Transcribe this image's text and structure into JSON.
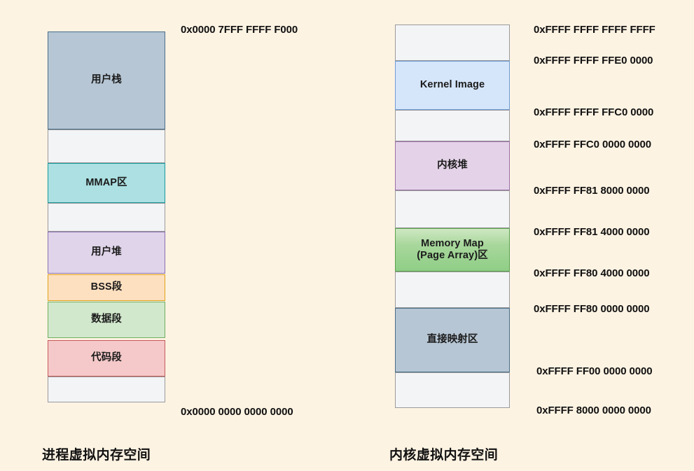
{
  "background_color": "#fdf3e3",
  "process_space": {
    "caption": "进程虚拟内存空间",
    "top_address": "0x0000 7FFF FFFF F000",
    "bottom_address": "0x0000 0000 0000 0000",
    "segments": [
      {
        "label": "用户栈",
        "fill": "#b6c6d4",
        "border": "#4a6d87",
        "type": "region"
      },
      {
        "label": "",
        "fill": "#f3f4f6",
        "border": "#9a9a9a",
        "type": "gap"
      },
      {
        "label": "MMAP区",
        "fill": "#ace0e2",
        "border": "#179a9c",
        "type": "region"
      },
      {
        "label": "",
        "fill": "#f3f4f6",
        "border": "#9a9a9a",
        "type": "gap"
      },
      {
        "label": "用户堆",
        "fill": "#e0d4ea",
        "border": "#8a6fb0",
        "type": "region"
      },
      {
        "label": "BSS段",
        "fill": "#fde0c0",
        "border": "#e0a117",
        "type": "region"
      },
      {
        "label": "数据段",
        "fill": "#d2e8cd",
        "border": "#6fae5f",
        "type": "region"
      },
      {
        "label": "代码段",
        "fill": "#f5c9c9",
        "border": "#c55a5a",
        "type": "region"
      },
      {
        "label": "",
        "fill": "#f3f4f6",
        "border": "#9a9a9a",
        "type": "gap"
      }
    ]
  },
  "kernel_space": {
    "caption": "内核虚拟内存空间",
    "segments": [
      {
        "label": "",
        "fill": "#f3f4f6",
        "border": "#9a9a9a",
        "type": "gap"
      },
      {
        "label": "Kernel Image",
        "fill": "#d5e5fa",
        "border": "#6f9bd1",
        "type": "region"
      },
      {
        "label": "",
        "fill": "#f3f4f6",
        "border": "#9a9a9a",
        "type": "gap"
      },
      {
        "label": "内核堆",
        "fill": "#e4d3e8",
        "border": "#9a6fa8",
        "type": "region"
      },
      {
        "label": "",
        "fill": "#f3f4f6",
        "border": "#9a9a9a",
        "type": "gap"
      },
      {
        "label": "Memory Map\n(Page Array)区",
        "fill": "#8fce86",
        "border": "#5aa14f",
        "type": "region"
      },
      {
        "label": "",
        "fill": "#f3f4f6",
        "border": "#9a9a9a",
        "type": "gap"
      },
      {
        "label": "直接映射区",
        "fill": "#b6c6d4",
        "border": "#4a6d87",
        "type": "region"
      },
      {
        "label": "",
        "fill": "#f3f4f6",
        "border": "#9a9a9a",
        "type": "gap"
      }
    ],
    "addresses": [
      "0xFFFF FFFF FFFF FFFF",
      "0xFFFF FFFF FFE0 0000",
      "0xFFFF FFFF FFC0 0000",
      "0xFFFF FFC0 0000 0000",
      "0xFFFF FF81 8000 0000",
      "0xFFFF FF81 4000 0000",
      "0xFFFF FF80 4000 0000",
      "0xFFFF FF80 0000 0000",
      "0xFFFF FF00 0000 0000",
      "0xFFFF 8000 0000 0000"
    ]
  }
}
